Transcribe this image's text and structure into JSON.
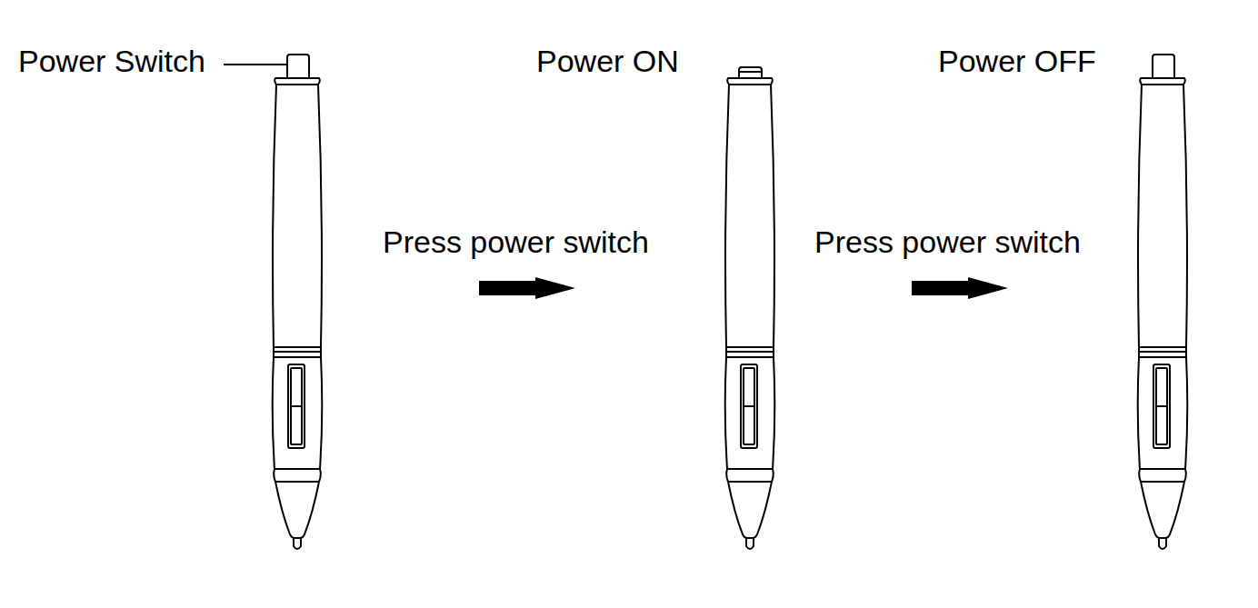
{
  "diagram": {
    "labels": [
      "Power Switch",
      "Power ON",
      "Power OFF",
      "Press power switch",
      "Press power switch"
    ]
  }
}
